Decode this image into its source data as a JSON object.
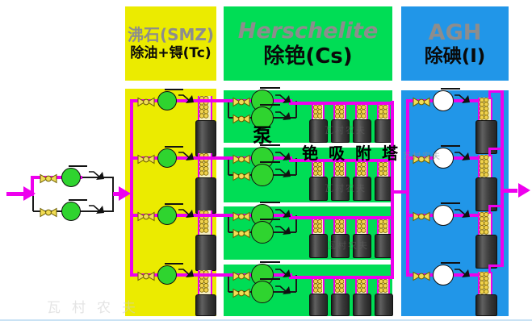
{
  "headers": {
    "zeolite": {
      "subtitle": "沸石(SMZ)",
      "title": "除油+锝(Tc)"
    },
    "herschelite": {
      "subtitle": "Herschelite",
      "title": "除铯(Cs)"
    },
    "agh": {
      "subtitle": "AGH",
      "title": "除碘(I)"
    }
  },
  "labels": {
    "pump": "泵",
    "cs_adsorption_tower": "铯吸附塔"
  },
  "watermark": {
    "text": "瓦村农夫"
  },
  "colors": {
    "pipe_magenta": "#ee00ee",
    "zeolite_panel": "#ebeb00",
    "herschelite_panel": "#00dd55",
    "agh_panel": "#2196e8",
    "pump_green": "#2fd42f",
    "pump_white": "#ffffff",
    "valve_yellow": "#f2dd55",
    "valve_outline": "#6b5d00",
    "ball_fill": "#f0d24f",
    "ball_outline": "#806800",
    "tower_dark": "#3a3a3a",
    "line_black": "#1a1a1a",
    "header_text_gray": "#8d8d8d"
  },
  "diagram": {
    "row_count": 4,
    "rows_y": [
      125,
      196,
      267,
      341
    ],
    "towers_per_green_row": 4,
    "feed_branches": 2
  }
}
